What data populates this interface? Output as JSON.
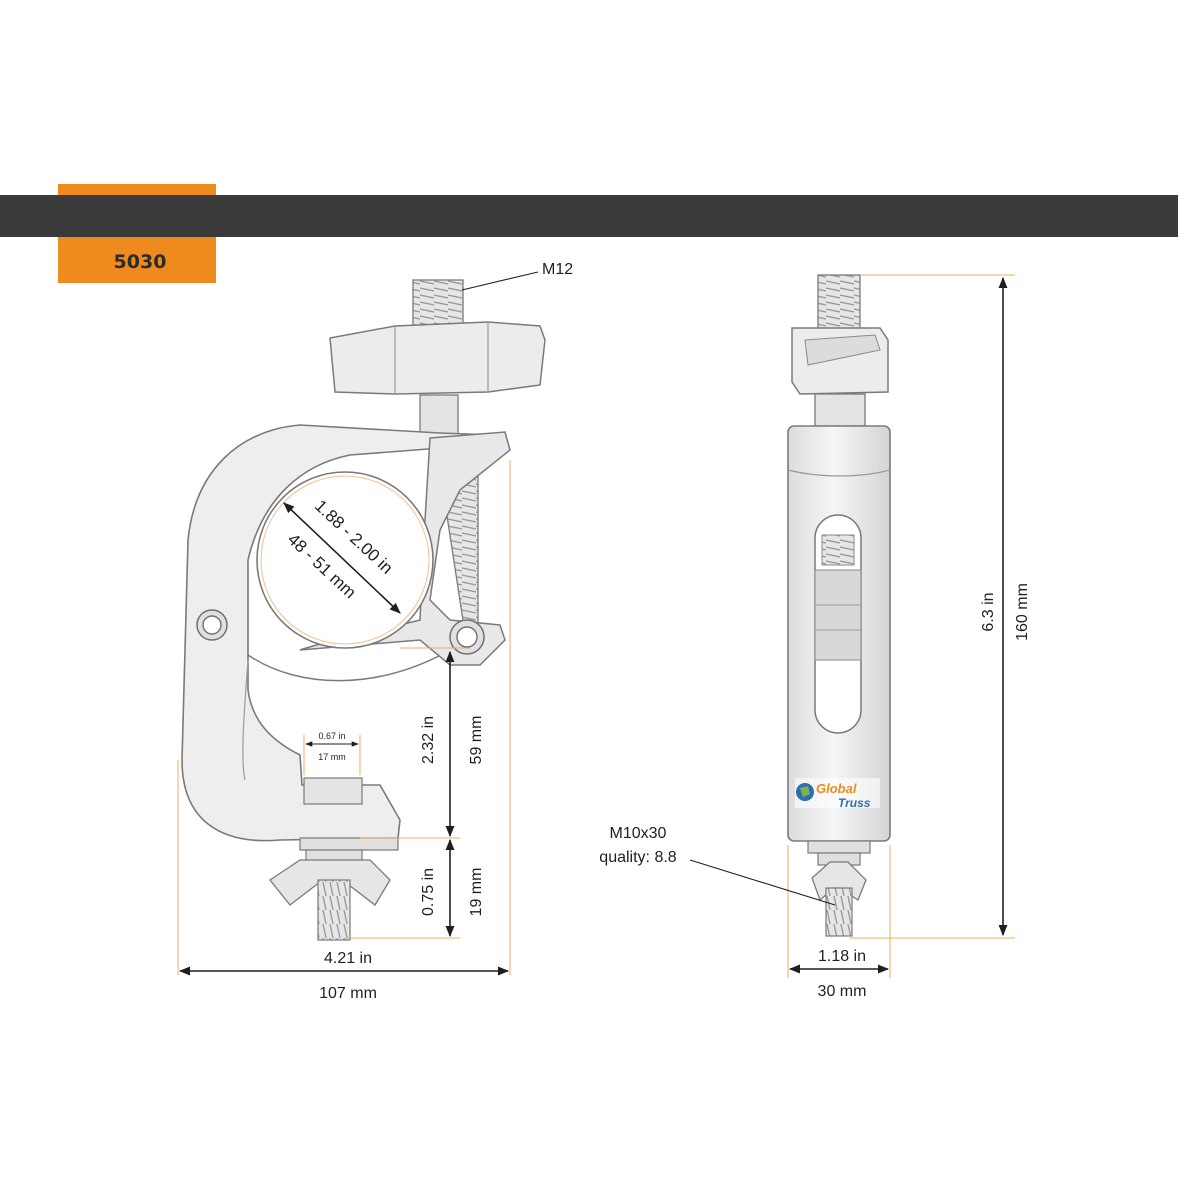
{
  "header": {
    "product_code": "5030"
  },
  "side_view": {
    "top_bolt_label": "M12",
    "tube_range_in": "1.88 - 2.00 in",
    "tube_range_mm": "48 - 51 mm",
    "slot_width_in": "0.67 in",
    "slot_width_mm": "17 mm",
    "lower_height_in": "2.32 in",
    "lower_height_mm": "59 mm",
    "bolt_length_in": "0.75 in",
    "bolt_length_mm": "19 mm",
    "total_width_in": "4.21 in",
    "total_width_mm": "107 mm"
  },
  "front_view": {
    "total_height_in": "6.3 in",
    "total_height_mm": "160 mm",
    "bottom_bolt_label": "M10x30",
    "bottom_bolt_quality": "quality: 8.8",
    "width_in": "1.18 in",
    "width_mm": "30 mm",
    "logo_line1": "Global",
    "logo_line2": "Truss"
  },
  "colors": {
    "accent": "#ef8a1e",
    "bar": "#3a3a3a",
    "part_fill": "#eeeeee",
    "part_stroke": "#7a7a7a",
    "dimension_line": "#1f1f1f",
    "extension_line": "#f0a860"
  }
}
